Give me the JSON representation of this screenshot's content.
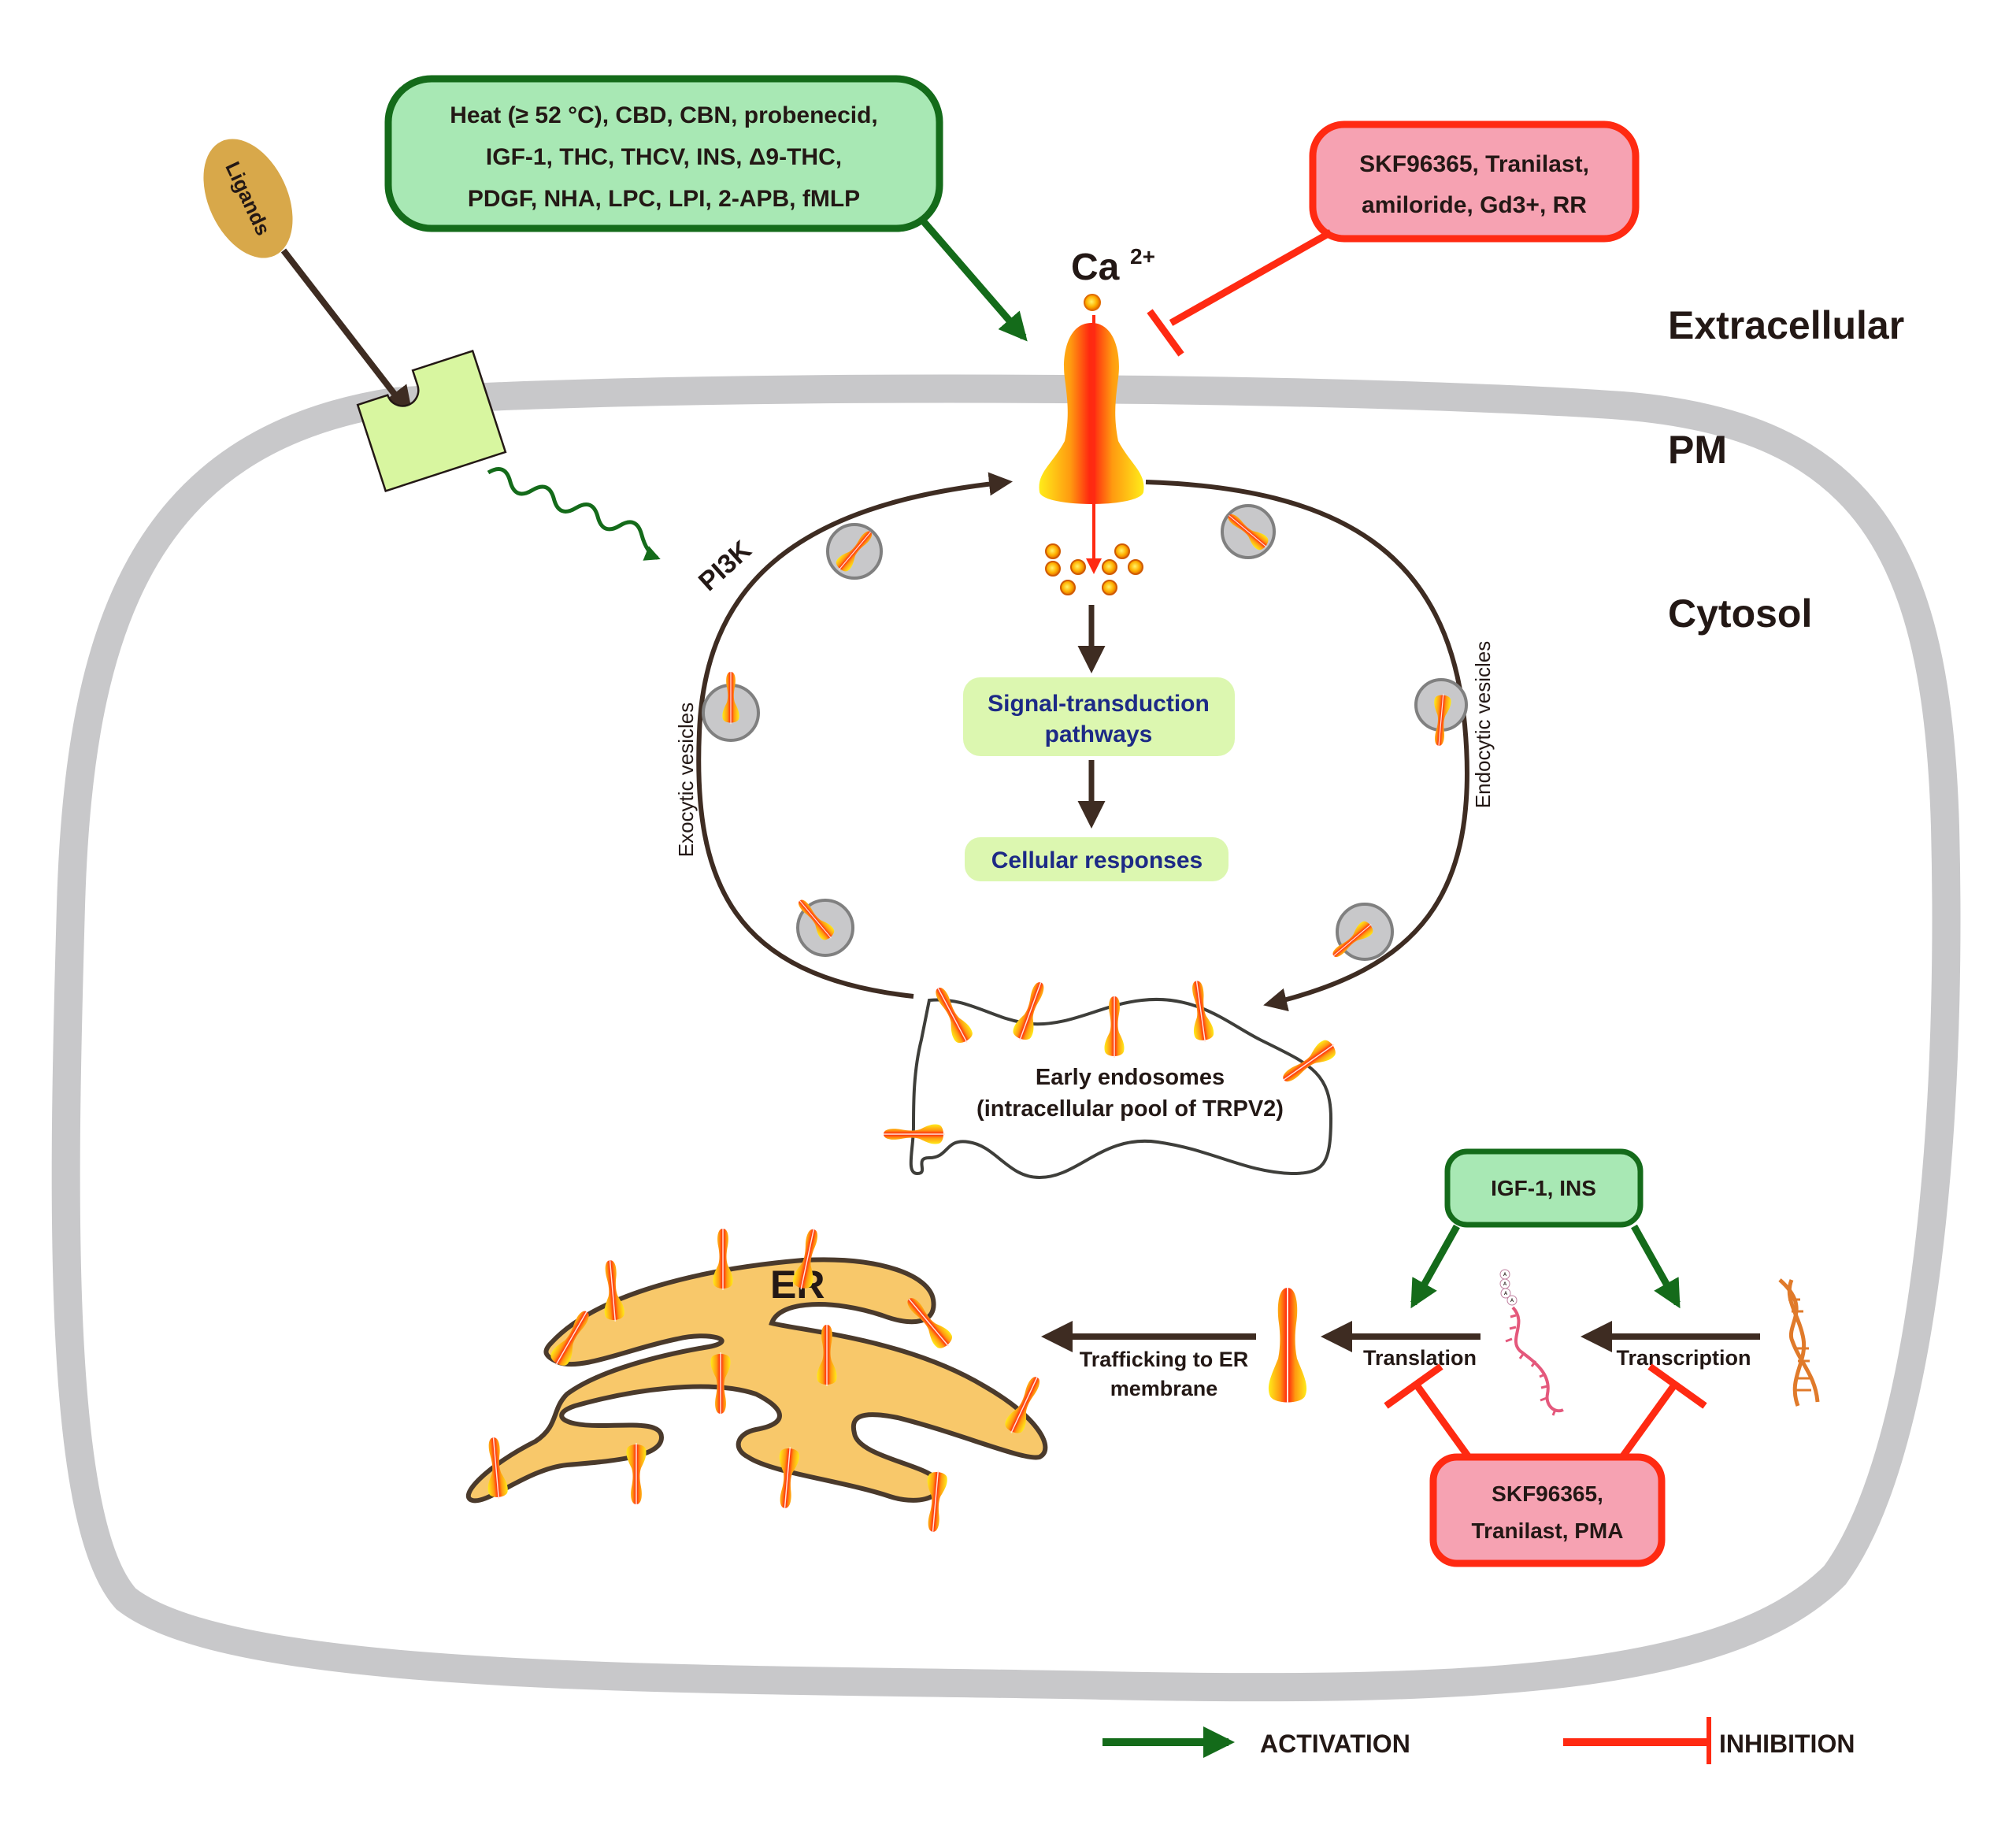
{
  "regions": {
    "extracellular": "Extracellular",
    "pm": "PM",
    "cytosol": "Cytosol"
  },
  "ligands": {
    "label": "Ligands"
  },
  "activators_top": {
    "lines": [
      "Heat (≥ 52 °C), CBD, CBN, probenecid,",
      "IGF-1, THC, THCV, INS, Δ9-THC,",
      "PDGF, NHA, LPC, LPI, 2-APB, fMLP"
    ]
  },
  "inhibitors_top": {
    "lines": [
      "SKF96365, Tranilast,",
      "amiloride, Gd3+, RR"
    ]
  },
  "ion": {
    "label": "Ca",
    "charge": "2+"
  },
  "pi3k": {
    "label": "PI3K"
  },
  "signal_box": {
    "lines": [
      "Signal-transduction",
      "pathways"
    ]
  },
  "response_box": {
    "label": "Cellular responses"
  },
  "exocytic": {
    "label": "Exocytic vesicles"
  },
  "endocytic": {
    "label": "Endocytic vesicles"
  },
  "endosome": {
    "lines": [
      "Early endosomes",
      "(intracellular pool of TRPV2)"
    ]
  },
  "er": {
    "label": "ER"
  },
  "trafficking": {
    "lines": [
      "Trafficking to ER",
      "membrane"
    ]
  },
  "translation": {
    "label": "Translation"
  },
  "transcription": {
    "label": "Transcription"
  },
  "polyA": {
    "labels": [
      "A",
      "A",
      "A",
      "A"
    ]
  },
  "activators_bottom": {
    "label": "IGF-1, INS"
  },
  "inhibitors_bottom": {
    "lines": [
      "SKF96365,",
      "Tranilast, PMA"
    ]
  },
  "legend": {
    "activation": "ACTIVATION",
    "inhibition": "INHIBITION"
  },
  "colors": {
    "activation": "#146b1a",
    "inhibition": "#ff2a12",
    "activator_fill": "#a8e8b4",
    "inhibitor_fill": "#f6a2b2",
    "membrane": "#c8c8ca",
    "er_fill": "#f8c86a",
    "flow_arrow": "#3e2c22",
    "info_box_fill": "#dcf7b0"
  }
}
